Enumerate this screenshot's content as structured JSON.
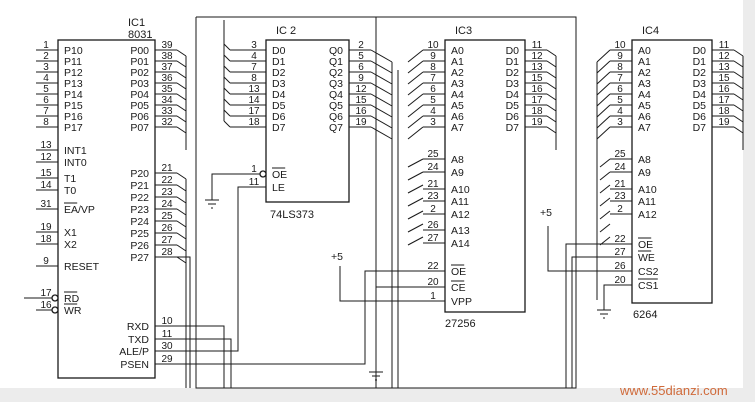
{
  "chips": {
    "ic1": {
      "ref": "IC1",
      "part": "8031",
      "left": [
        {
          "n": "1",
          "l": "P10"
        },
        {
          "n": "2",
          "l": "P11"
        },
        {
          "n": "3",
          "l": "P12"
        },
        {
          "n": "4",
          "l": "P13"
        },
        {
          "n": "5",
          "l": "P14"
        },
        {
          "n": "6",
          "l": "P15"
        },
        {
          "n": "7",
          "l": "P16"
        },
        {
          "n": "8",
          "l": "P17"
        },
        {
          "n": "13",
          "l": "INT1"
        },
        {
          "n": "12",
          "l": "INT0"
        },
        {
          "n": "15",
          "l": "T1"
        },
        {
          "n": "14",
          "l": "T0"
        },
        {
          "n": "31",
          "l": "EA/VP"
        },
        {
          "n": "19",
          "l": "X1"
        },
        {
          "n": "18",
          "l": "X2"
        },
        {
          "n": "9",
          "l": "RESET"
        },
        {
          "n": "17",
          "l": "RD"
        },
        {
          "n": "16",
          "l": "WR"
        }
      ],
      "right": [
        {
          "n": "39",
          "l": "P00"
        },
        {
          "n": "38",
          "l": "P01"
        },
        {
          "n": "37",
          "l": "P02"
        },
        {
          "n": "36",
          "l": "P03"
        },
        {
          "n": "35",
          "l": "P04"
        },
        {
          "n": "34",
          "l": "P05"
        },
        {
          "n": "33",
          "l": "P06"
        },
        {
          "n": "32",
          "l": "P07"
        },
        {
          "n": "21",
          "l": "P20"
        },
        {
          "n": "22",
          "l": "P21"
        },
        {
          "n": "23",
          "l": "P22"
        },
        {
          "n": "24",
          "l": "P23"
        },
        {
          "n": "25",
          "l": "P24"
        },
        {
          "n": "26",
          "l": "P25"
        },
        {
          "n": "27",
          "l": "P26"
        },
        {
          "n": "28",
          "l": "P27"
        },
        {
          "n": "10",
          "l": "RXD"
        },
        {
          "n": "11",
          "l": "TXD"
        },
        {
          "n": "30",
          "l": "ALE/P"
        },
        {
          "n": "29",
          "l": "PSEN"
        }
      ]
    },
    "ic2": {
      "ref": "IC 2",
      "part": "74LS373",
      "left": [
        {
          "n": "3",
          "l": "D0"
        },
        {
          "n": "4",
          "l": "D1"
        },
        {
          "n": "7",
          "l": "D2"
        },
        {
          "n": "8",
          "l": "D3"
        },
        {
          "n": "13",
          "l": "D4"
        },
        {
          "n": "14",
          "l": "D5"
        },
        {
          "n": "17",
          "l": "D6"
        },
        {
          "n": "18",
          "l": "D7"
        },
        {
          "n": "1",
          "l": "OE"
        },
        {
          "n": "11",
          "l": "LE"
        }
      ],
      "right": [
        {
          "n": "2",
          "l": "Q0"
        },
        {
          "n": "5",
          "l": "Q1"
        },
        {
          "n": "6",
          "l": "Q2"
        },
        {
          "n": "9",
          "l": "Q3"
        },
        {
          "n": "12",
          "l": "Q4"
        },
        {
          "n": "15",
          "l": "Q5"
        },
        {
          "n": "16",
          "l": "Q6"
        },
        {
          "n": "19",
          "l": "Q7"
        }
      ]
    },
    "ic3": {
      "ref": "IC3",
      "part": "27256",
      "left": [
        {
          "n": "10",
          "l": "A0"
        },
        {
          "n": "9",
          "l": "A1"
        },
        {
          "n": "8",
          "l": "A2"
        },
        {
          "n": "7",
          "l": "A3"
        },
        {
          "n": "6",
          "l": "A4"
        },
        {
          "n": "5",
          "l": "A5"
        },
        {
          "n": "4",
          "l": "A6"
        },
        {
          "n": "3",
          "l": "A7"
        },
        {
          "n": "25",
          "l": "A8"
        },
        {
          "n": "24",
          "l": "A9"
        },
        {
          "n": "21",
          "l": "A10"
        },
        {
          "n": "23",
          "l": "A11"
        },
        {
          "n": "2",
          "l": "A12"
        },
        {
          "n": "26",
          "l": "A13"
        },
        {
          "n": "27",
          "l": "A14"
        },
        {
          "n": "22",
          "l": "OE"
        },
        {
          "n": "20",
          "l": "CE"
        },
        {
          "n": "1",
          "l": "VPP"
        }
      ],
      "right": [
        {
          "n": "11",
          "l": "D0"
        },
        {
          "n": "12",
          "l": "D1"
        },
        {
          "n": "13",
          "l": "D2"
        },
        {
          "n": "15",
          "l": "D3"
        },
        {
          "n": "16",
          "l": "D4"
        },
        {
          "n": "17",
          "l": "D5"
        },
        {
          "n": "18",
          "l": "D6"
        },
        {
          "n": "19",
          "l": "D7"
        }
      ]
    },
    "ic4": {
      "ref": "IC4",
      "part": "6264",
      "left": [
        {
          "n": "10",
          "l": "A0"
        },
        {
          "n": "9",
          "l": "A1"
        },
        {
          "n": "8",
          "l": "A2"
        },
        {
          "n": "7",
          "l": "A3"
        },
        {
          "n": "6",
          "l": "A4"
        },
        {
          "n": "5",
          "l": "A5"
        },
        {
          "n": "4",
          "l": "A6"
        },
        {
          "n": "3",
          "l": "A7"
        },
        {
          "n": "25",
          "l": "A8"
        },
        {
          "n": "24",
          "l": "A9"
        },
        {
          "n": "21",
          "l": "A10"
        },
        {
          "n": "23",
          "l": "A11"
        },
        {
          "n": "2",
          "l": "A12"
        },
        {
          "n": "22",
          "l": "OE"
        },
        {
          "n": "27",
          "l": "WE"
        },
        {
          "n": "26",
          "l": "CS2"
        },
        {
          "n": "20",
          "l": "CS1"
        }
      ],
      "right": [
        {
          "n": "11",
          "l": "D0"
        },
        {
          "n": "12",
          "l": "D1"
        },
        {
          "n": "13",
          "l": "D2"
        },
        {
          "n": "15",
          "l": "D3"
        },
        {
          "n": "16",
          "l": "D4"
        },
        {
          "n": "17",
          "l": "D5"
        },
        {
          "n": "18",
          "l": "D6"
        },
        {
          "n": "19",
          "l": "D7"
        }
      ]
    }
  },
  "power_labels": [
    "+5",
    "+5"
  ],
  "watermark": "www.55dianzi.com",
  "colors": {
    "ink": "#1a1a1a",
    "watermark": "#d06a3a"
  }
}
